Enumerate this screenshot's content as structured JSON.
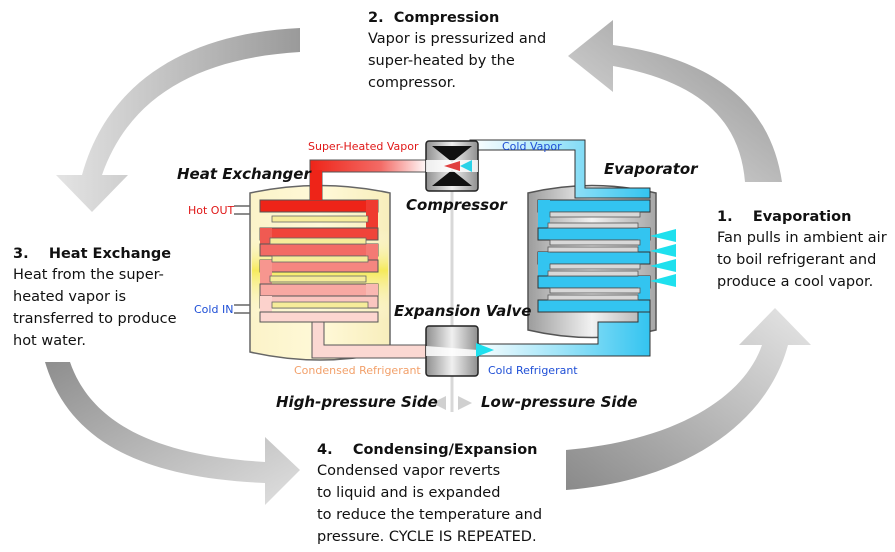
{
  "colors": {
    "hot": "#e8201a",
    "cold": "#2fc4f0",
    "cold_text": "#1f4fd6",
    "condensed_text": "#f2a06a",
    "hot_text": "#e01818",
    "arrow_gray": "#a8a8a8"
  },
  "steps": [
    {
      "number": "1.",
      "title": "Evaporation",
      "body": "Fan pulls in ambient air\nto boil refrigerant and\nproduce a cool vapor."
    },
    {
      "number": "2.",
      "title": "Compression",
      "body": "Vapor is pressurized and\nsuper-heated by the\ncompressor."
    },
    {
      "number": "3.",
      "title": "Heat Exchange",
      "body": "Heat from the super-\nheated vapor is\ntransferred to produce\nhot water."
    },
    {
      "number": "4.",
      "title": "Condensing/Expansion",
      "body": "Condensed vapor reverts\nto liquid and is expanded\nto reduce the temperature and\npressure. CYCLE IS REPEATED."
    }
  ],
  "components": {
    "heat_exchanger": "Heat Exchanger",
    "compressor": "Compressor",
    "evaporator": "Evaporator",
    "expansion_valve": "Expansion Valve"
  },
  "pipe_labels": {
    "super_heated_vapor": "Super-Heated Vapor",
    "cold_vapor": "Cold Vapor",
    "hot_out": "Hot OUT",
    "cold_in": "Cold IN",
    "condensed_refrigerant": "Condensed Refrigerant",
    "cold_refrigerant": "Cold Refrigerant"
  },
  "sides": {
    "high": "High-pressure Side",
    "low": "Low-pressure Side"
  }
}
